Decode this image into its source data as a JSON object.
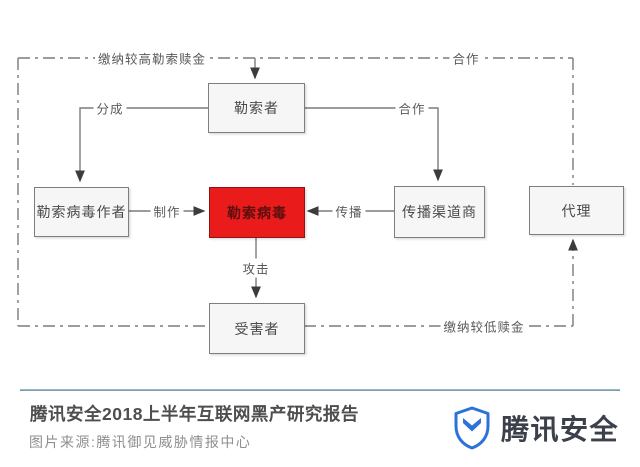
{
  "diagram": {
    "nodes": {
      "extortionist": {
        "label": "勒索者"
      },
      "author": {
        "label": "勒索病毒作者"
      },
      "ransomware": {
        "label": "勒索病毒"
      },
      "channel": {
        "label": "传播渠道商"
      },
      "agent": {
        "label": "代理"
      },
      "victim": {
        "label": "受害者"
      }
    },
    "edge_labels": {
      "pay_high": "缴纳较高勒索赎金",
      "coop_top": "合作",
      "share": "分成",
      "coop_inner": "合作",
      "make": "制作",
      "spread": "传播",
      "attack": "攻击",
      "pay_low": "缴纳较低赎金"
    },
    "colors": {
      "ransomware_fill": "#ea1b1b",
      "ransomware_text": "#5c0f0f",
      "box_fill": "#f6f6f6",
      "box_border": "#7e7e7e",
      "line": "#7b7b7b",
      "arrowhead": "#3c3c3c"
    }
  },
  "footer": {
    "title": "腾讯安全2018上半年互联网黑产研究报告",
    "source": "图片来源:腾讯御见威胁情报中心",
    "brand": "腾讯安全",
    "divider_color": "#6d91a1",
    "brand_blue": "#2b72da"
  }
}
